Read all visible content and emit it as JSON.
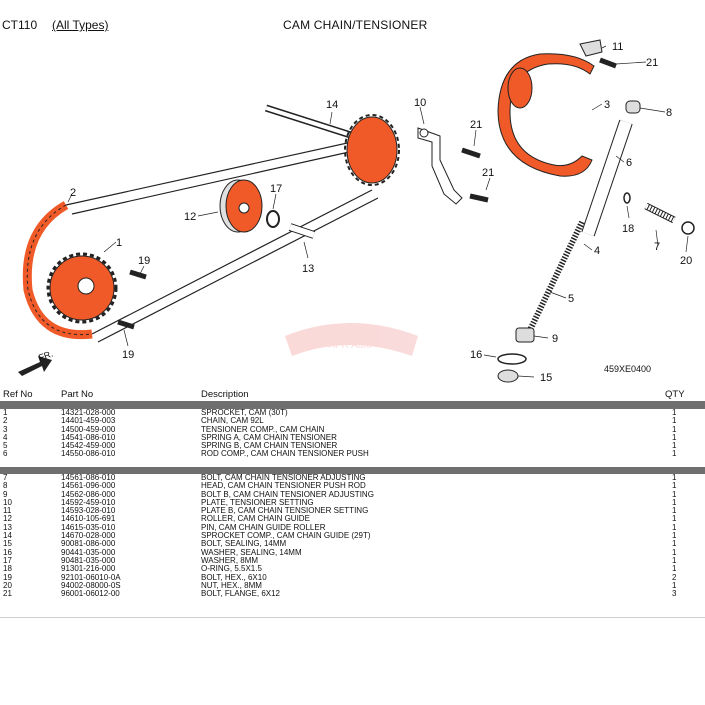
{
  "header": {
    "model": "CT110",
    "types_link": "(All Types)",
    "title": "CAM CHAIN/TENSIONER"
  },
  "diagram": {
    "callouts": [
      "1",
      "2",
      "3",
      "4",
      "5",
      "6",
      "7",
      "8",
      "9",
      "10",
      "11",
      "12",
      "13",
      "14",
      "15",
      "16",
      "17",
      "18",
      "19",
      "19",
      "20",
      "21",
      "21",
      "21"
    ],
    "figure_code": "459XE0400",
    "front_label": "FR.",
    "watermark": "APR Auto",
    "highlight_color": "#f05a28"
  },
  "table": {
    "columns": {
      "ref": "Ref No",
      "part": "Part No",
      "desc": "Description",
      "qty": "QTY"
    },
    "group_a": [
      {
        "ref": "1",
        "part": "14321-028-000",
        "desc": "SPROCKET, CAM (30T)",
        "qty": "1"
      },
      {
        "ref": "2",
        "part": "14401-459-003",
        "desc": "CHAIN, CAM  92L",
        "qty": "1"
      },
      {
        "ref": "3",
        "part": "14500-459-000",
        "desc": "TENSIONER COMP., CAM CHAIN",
        "qty": "1"
      },
      {
        "ref": "4",
        "part": "14541-086-010",
        "desc": "SPRING A, CAM CHAIN TENSIONER",
        "qty": "1"
      },
      {
        "ref": "5",
        "part": "14542-459-000",
        "desc": "SPRING B, CAM CHAIN TENSIONER",
        "qty": "1"
      },
      {
        "ref": "6",
        "part": "14550-086-010",
        "desc": "ROD COMP., CAM CHAIN TENSIONER PUSH",
        "qty": "1"
      }
    ],
    "group_b": [
      {
        "ref": "7",
        "part": "14561-086-010",
        "desc": "BOLT, CAM CHAIN TENSIONER ADJUSTING",
        "qty": "1"
      },
      {
        "ref": "8",
        "part": "14561-096-000",
        "desc": "HEAD, CAM CHAIN TENSIONER PUSH ROD",
        "qty": "1"
      },
      {
        "ref": "9",
        "part": "14562-086-000",
        "desc": "BOLT B, CAM CHAIN TENSIONER ADJUSTING",
        "qty": "1"
      },
      {
        "ref": "10",
        "part": "14592-459-010",
        "desc": "PLATE, TENSIONER SETTING",
        "qty": "1"
      },
      {
        "ref": "11",
        "part": "14593-028-010",
        "desc": "PLATE B, CAM CHAIN TENSIONER SETTING",
        "qty": "1"
      },
      {
        "ref": "12",
        "part": "14610-105-691",
        "desc": "ROLLER, CAM CHAIN GUIDE",
        "qty": "1"
      },
      {
        "ref": "13",
        "part": "14615-035-010",
        "desc": "PIN, CAM CHAIN GUIDE ROLLER",
        "qty": "1"
      },
      {
        "ref": "14",
        "part": "14670-028-000",
        "desc": "SPROCKET COMP., CAM CHAIN GUIDE (29T)",
        "qty": "1"
      },
      {
        "ref": "15",
        "part": "90081-086-000",
        "desc": "BOLT, SEALING, 14MM",
        "qty": "1"
      },
      {
        "ref": "16",
        "part": "90441-035-000",
        "desc": "WASHER, SEALING, 14MM",
        "qty": "1"
      },
      {
        "ref": "17",
        "part": "90481-035-000",
        "desc": "WASHER, 8MM",
        "qty": "1"
      },
      {
        "ref": "18",
        "part": "91301-216-000",
        "desc": "O-RING, 5.5X1.5",
        "qty": "1"
      },
      {
        "ref": "19",
        "part": "92101-06010-0A",
        "desc": "BOLT, HEX., 6X10",
        "qty": "2"
      },
      {
        "ref": "20",
        "part": "94002-08000-0S",
        "desc": "NUT, HEX., 8MM",
        "qty": "1"
      },
      {
        "ref": "21",
        "part": "96001-06012-00",
        "desc": "BOLT, FLANGE, 6X12",
        "qty": "3"
      }
    ]
  }
}
